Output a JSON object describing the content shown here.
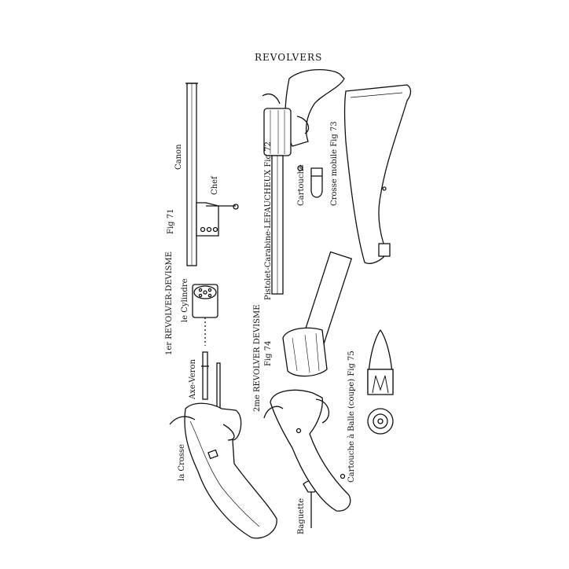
{
  "plate": {
    "title": "REVOLVERS",
    "labels": {
      "canon": "Canon",
      "chef": "Chef",
      "fig71": "Fig 71",
      "revolver_devisme_1": "1er REVOLVER-DEVISME",
      "cylindre": "le Cylindre",
      "axe_veron": "Axe-Veron",
      "la_crosse": "la Crosse",
      "baguette": "Baguette",
      "pistolet_carabine": "Pistolet-Carabine-LEFAUCHEUX Fig 72",
      "cartouche": "Cartouche",
      "crosse_mobile": "Crosse mobile Fig 73",
      "revolver_devisme_2": "2me REVOLVER DEVISME",
      "fig74": "Fig 74",
      "cartouche_balle": "Cartouche à Balle (coupe) Fig 75"
    }
  }
}
